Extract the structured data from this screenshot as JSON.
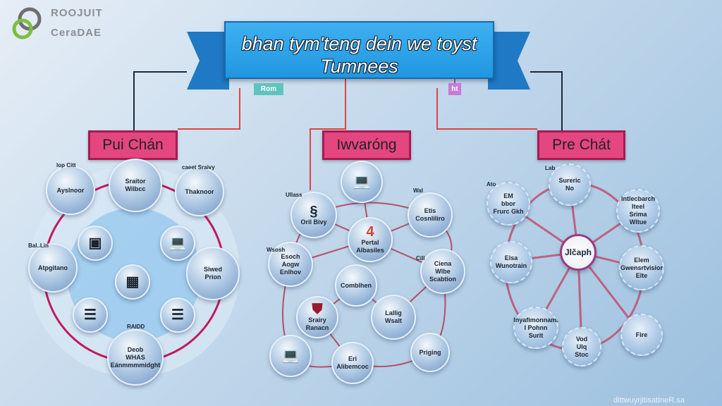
{
  "logo": {
    "line1": "ROOJUIT",
    "line2": "CeraDAE"
  },
  "banner": {
    "title": "bhan tym'teng dein we toyst\nTumnees"
  },
  "tags": {
    "left": "Rom",
    "right": "ht"
  },
  "colors": {
    "banner": "#1f97e0",
    "header": "#e4467f",
    "ring": "#c2185b"
  },
  "sections": [
    {
      "title": "Pui Chán",
      "nodes": [
        "Ayslnoor",
        "Sraitor\nWilbcc",
        "Thaknoor",
        "Atpgitano",
        "Siwed\nPrion",
        "Deob\nWHAS\nEánmmmmidght"
      ],
      "labels": [
        "lop Citt",
        "caeet Sraivy",
        "Bal..Lin",
        "RAIDD"
      ],
      "icons": [
        "device-icon",
        "laptop-icon",
        "calendar-icon",
        "server-icon",
        "server-icon"
      ]
    },
    {
      "title": "Iwvaróng",
      "nodes": [
        "Oril Bivy",
        "Etis\nCosnliliro",
        "Pertal\nAlbasiles",
        "Esoch\nAogw\nEnlhov",
        "Ciena\nWlbe\nScabtion",
        "Comblhen",
        "Srairy\nRanacn",
        "Lallig\nWsalt",
        "Eri\nAlibemcoc",
        "Priging"
      ],
      "labels": [
        "Wal",
        "Cill",
        "Wsosh",
        "Ullass"
      ]
    },
    {
      "title": "Pre Chát",
      "center": "Jlčaph",
      "nodes": [
        "Sureric\nNo",
        "EM\nbbor\nFrurc Gkh",
        "Intlecbarch\nIteel\nSrima\nWltue",
        "Elsa\nWunotrain",
        "Elem\nGwensrtvisior\nElte",
        "Inyafimonnam.\nI Pohnn\nSurit",
        "Vod\nUlq\nStoc",
        "Fire"
      ],
      "labels": [
        "Ato",
        "Lab"
      ]
    }
  ],
  "footer": "dittwuyrjitisatIneR.sa"
}
